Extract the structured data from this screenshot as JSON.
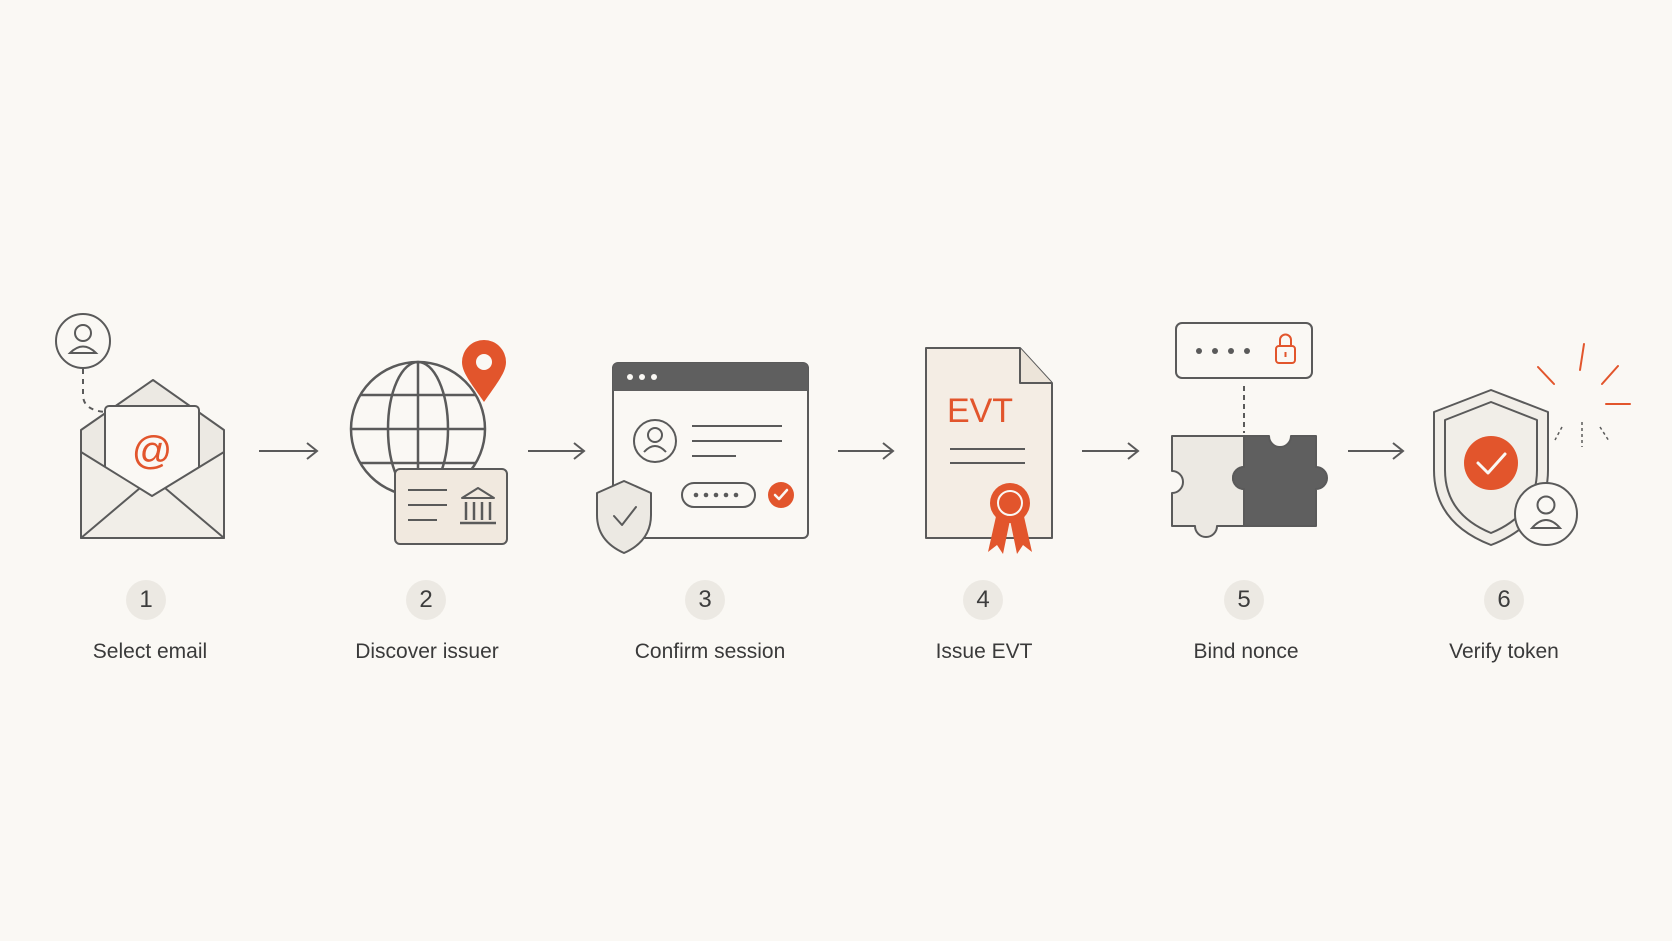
{
  "steps": [
    {
      "number": "1",
      "label": "Select email"
    },
    {
      "number": "2",
      "label": "Discover issuer"
    },
    {
      "number": "3",
      "label": "Confirm session"
    },
    {
      "number": "4",
      "label": "Issue EVT"
    },
    {
      "number": "5",
      "label": "Bind nonce"
    },
    {
      "number": "6",
      "label": "Verify token"
    }
  ],
  "document_badge": "EVT",
  "icons": [
    "user-email-envelope-icon",
    "globe-location-bank-icon",
    "browser-login-shield-icon",
    "evt-certificate-document-icon",
    "password-lock-puzzle-icon",
    "verified-shield-user-icon"
  ],
  "colors": {
    "background": "#faf8f4",
    "accent": "#e2552c",
    "stroke": "#5a5a5a",
    "fill_light": "#f1eee8",
    "fill_dark": "#5f5f5f"
  }
}
